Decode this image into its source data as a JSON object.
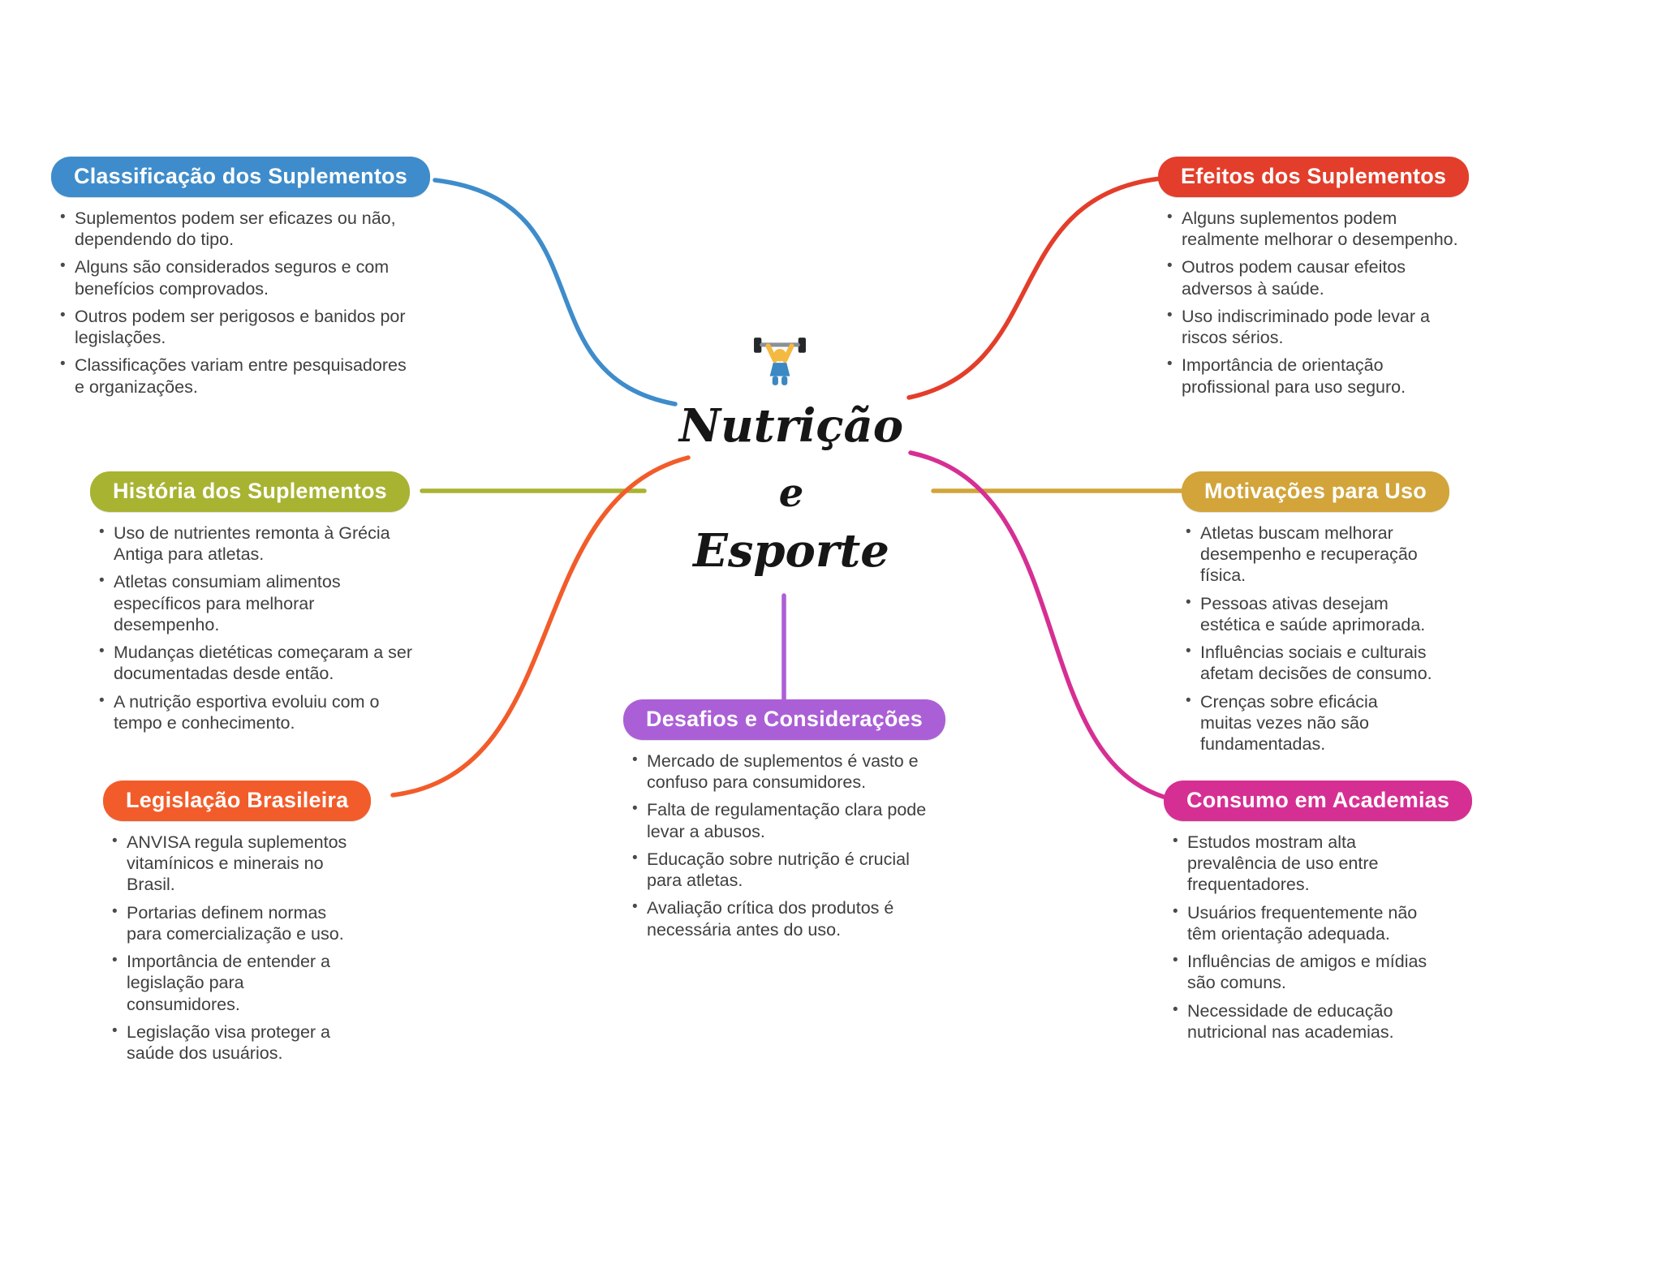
{
  "center": {
    "icon": "weightlifter-icon",
    "title_lines": [
      "Nutrição",
      "e",
      "Esporte"
    ]
  },
  "colors": {
    "classificacao": "#3e8ccb",
    "efeitos": "#e33e2b",
    "historia": "#a8b332",
    "motivacoes": "#d2a43a",
    "legislacao": "#f25c2a",
    "desafios": "#ab5fd6",
    "consumo": "#d62f93",
    "body_text": "#3f3f3f",
    "background": "#ffffff"
  },
  "branches": [
    {
      "id": "classificacao",
      "title": "Classificação dos Suplementos",
      "color": "#3e8ccb",
      "items": [
        "Suplementos podem ser eficazes ou não, dependendo do tipo.",
        "Alguns são considerados seguros e com benefícios comprovados.",
        "Outros podem ser perigosos e banidos por legislações.",
        "Classificações variam entre pesquisadores e organizações."
      ]
    },
    {
      "id": "efeitos",
      "title": "Efeitos dos Suplementos",
      "color": "#e33e2b",
      "items": [
        "Alguns suplementos podem realmente melhorar o desempenho.",
        "Outros podem causar efeitos adversos à saúde.",
        "Uso indiscriminado pode levar a riscos sérios.",
        "Importância de orientação profissional para uso seguro."
      ]
    },
    {
      "id": "historia",
      "title": "História dos Suplementos",
      "color": "#a8b332",
      "items": [
        "Uso de nutrientes remonta à Grécia Antiga para atletas.",
        "Atletas consumiam alimentos específicos para melhorar desempenho.",
        "Mudanças dietéticas começaram a ser documentadas desde então.",
        "A nutrição esportiva evoluiu com o tempo e conhecimento."
      ]
    },
    {
      "id": "motivacoes",
      "title": "Motivações para Uso",
      "color": "#d2a43a",
      "items": [
        "Atletas buscam melhorar desempenho e recuperação física.",
        "Pessoas ativas desejam estética e saúde aprimorada.",
        "Influências sociais e culturais afetam decisões de consumo.",
        "Crenças sobre eficácia muitas vezes não são fundamentadas."
      ]
    },
    {
      "id": "legislacao",
      "title": "Legislação Brasileira",
      "color": "#f25c2a",
      "items": [
        "ANVISA regula suplementos vitamínicos e minerais no Brasil.",
        "Portarias definem normas para comercialização e uso.",
        "Importância de entender a legislação para consumidores.",
        "Legislação visa proteger a saúde dos usuários."
      ]
    },
    {
      "id": "desafios",
      "title": "Desafios e Considerações",
      "color": "#ab5fd6",
      "items": [
        "Mercado de suplementos é vasto e confuso para consumidores.",
        "Falta de regulamentação clara pode levar a abusos.",
        "Educação sobre nutrição é crucial para atletas.",
        "Avaliação crítica dos produtos é necessária antes do uso."
      ]
    },
    {
      "id": "consumo",
      "title": "Consumo em Academias",
      "color": "#d62f93",
      "items": [
        "Estudos mostram alta prevalência de uso entre frequentadores.",
        "Usuários frequentemente não têm orientação adequada.",
        "Influências de amigos e mídias são comuns.",
        "Necessidade de educação nutricional nas academias."
      ]
    }
  ]
}
